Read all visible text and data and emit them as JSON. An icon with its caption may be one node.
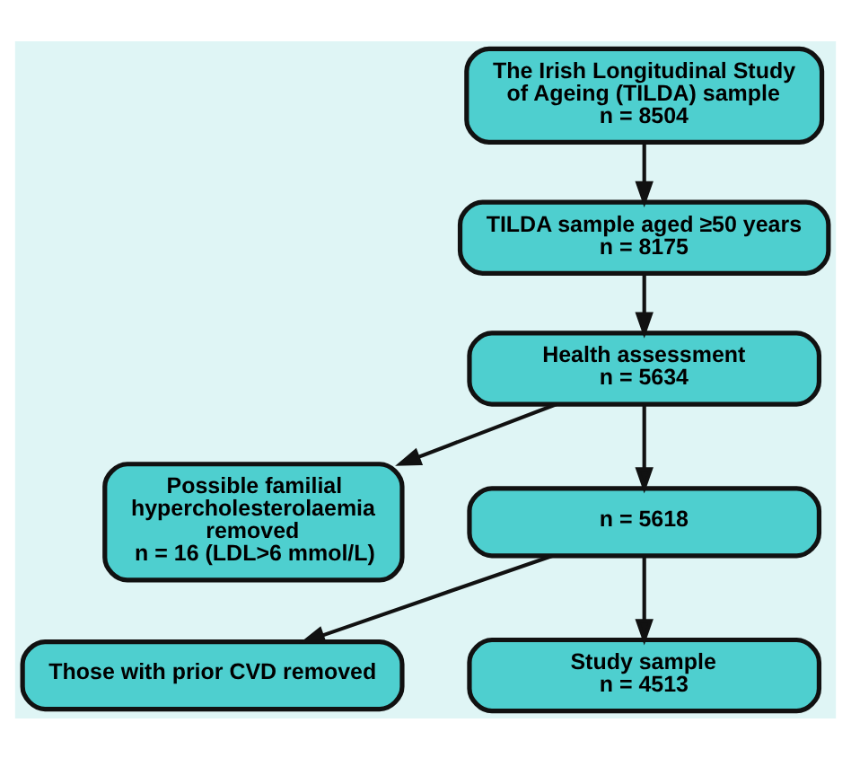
{
  "diagram": {
    "nodes": [
      {
        "text": [
          "The Irish Longitudinal Study of Ageing (TILDA) sample",
          "n = 8504"
        ]
      },
      {
        "text": [
          "TILDA sample aged ≥50 years",
          "n = 8175"
        ]
      },
      {
        "text": [
          "Health assessment",
          "n = 5634"
        ]
      },
      {
        "text": [
          "Possible familial hypercholesterolaemia removed",
          "n = 16 (LDL>6 mmol/L)"
        ]
      },
      {
        "text": [
          "n = 5618"
        ]
      },
      {
        "text": [
          "Those with prior CVD removed"
        ]
      },
      {
        "text": [
          "Study sample",
          "n = 4513"
        ]
      }
    ],
    "edges": [
      {
        "from": 0,
        "to": 1,
        "arrow": "to"
      },
      {
        "from": 1,
        "to": 2,
        "arrow": "to"
      },
      {
        "from": 2,
        "to": 4,
        "arrow": "to"
      },
      {
        "from": 4,
        "to": 6,
        "arrow": "to"
      },
      {
        "from": 2,
        "to": 3,
        "arrow": "to"
      },
      {
        "from": 4,
        "to": 5,
        "arrow": "to"
      }
    ]
  }
}
